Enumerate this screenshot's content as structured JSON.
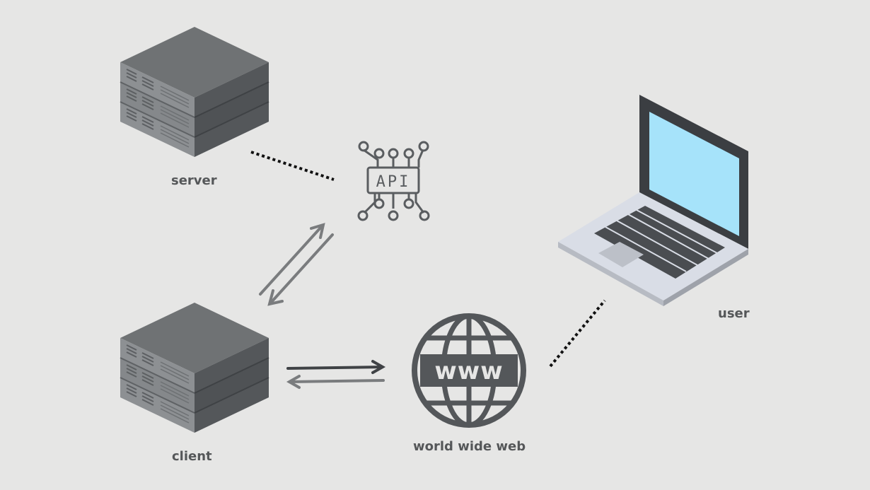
{
  "nodes": {
    "server": {
      "label": "server"
    },
    "client": {
      "label": "client"
    },
    "api": {
      "text": "API"
    },
    "www": {
      "label": "world wide web",
      "globe_text": "www"
    },
    "user": {
      "label": "user"
    }
  },
  "colors": {
    "background": "#e6e6e5",
    "server_top": "#6f7274",
    "server_left": "#8d9093",
    "server_right": "#54575a",
    "icon": "#5a5d60",
    "arrow": "#7a7c7e",
    "laptop_screen": "#a6e3fa",
    "laptop_bezel": "#3b3e42",
    "laptop_body": "#d9dde6"
  },
  "icons": [
    "server-rack-icon",
    "api-circuit-icon",
    "globe-www-icon",
    "laptop-icon"
  ]
}
